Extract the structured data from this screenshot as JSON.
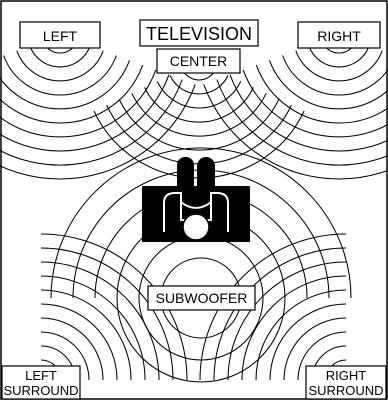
{
  "diagram": {
    "labels": {
      "left": "LEFT",
      "television": "TELEVISION",
      "center": "CENTER",
      "right": "RIGHT",
      "subwoofer": "SUBWOOFER",
      "left_surround_line1": "LEFT",
      "left_surround_line2": "SURROUND",
      "right_surround_line1": "RIGHT",
      "right_surround_line2": "SURROUND"
    },
    "colors": {
      "line": "#000000",
      "background": "#ffffff",
      "listener_block": "#000000"
    },
    "listener_icon": "seated-listener-icon"
  }
}
